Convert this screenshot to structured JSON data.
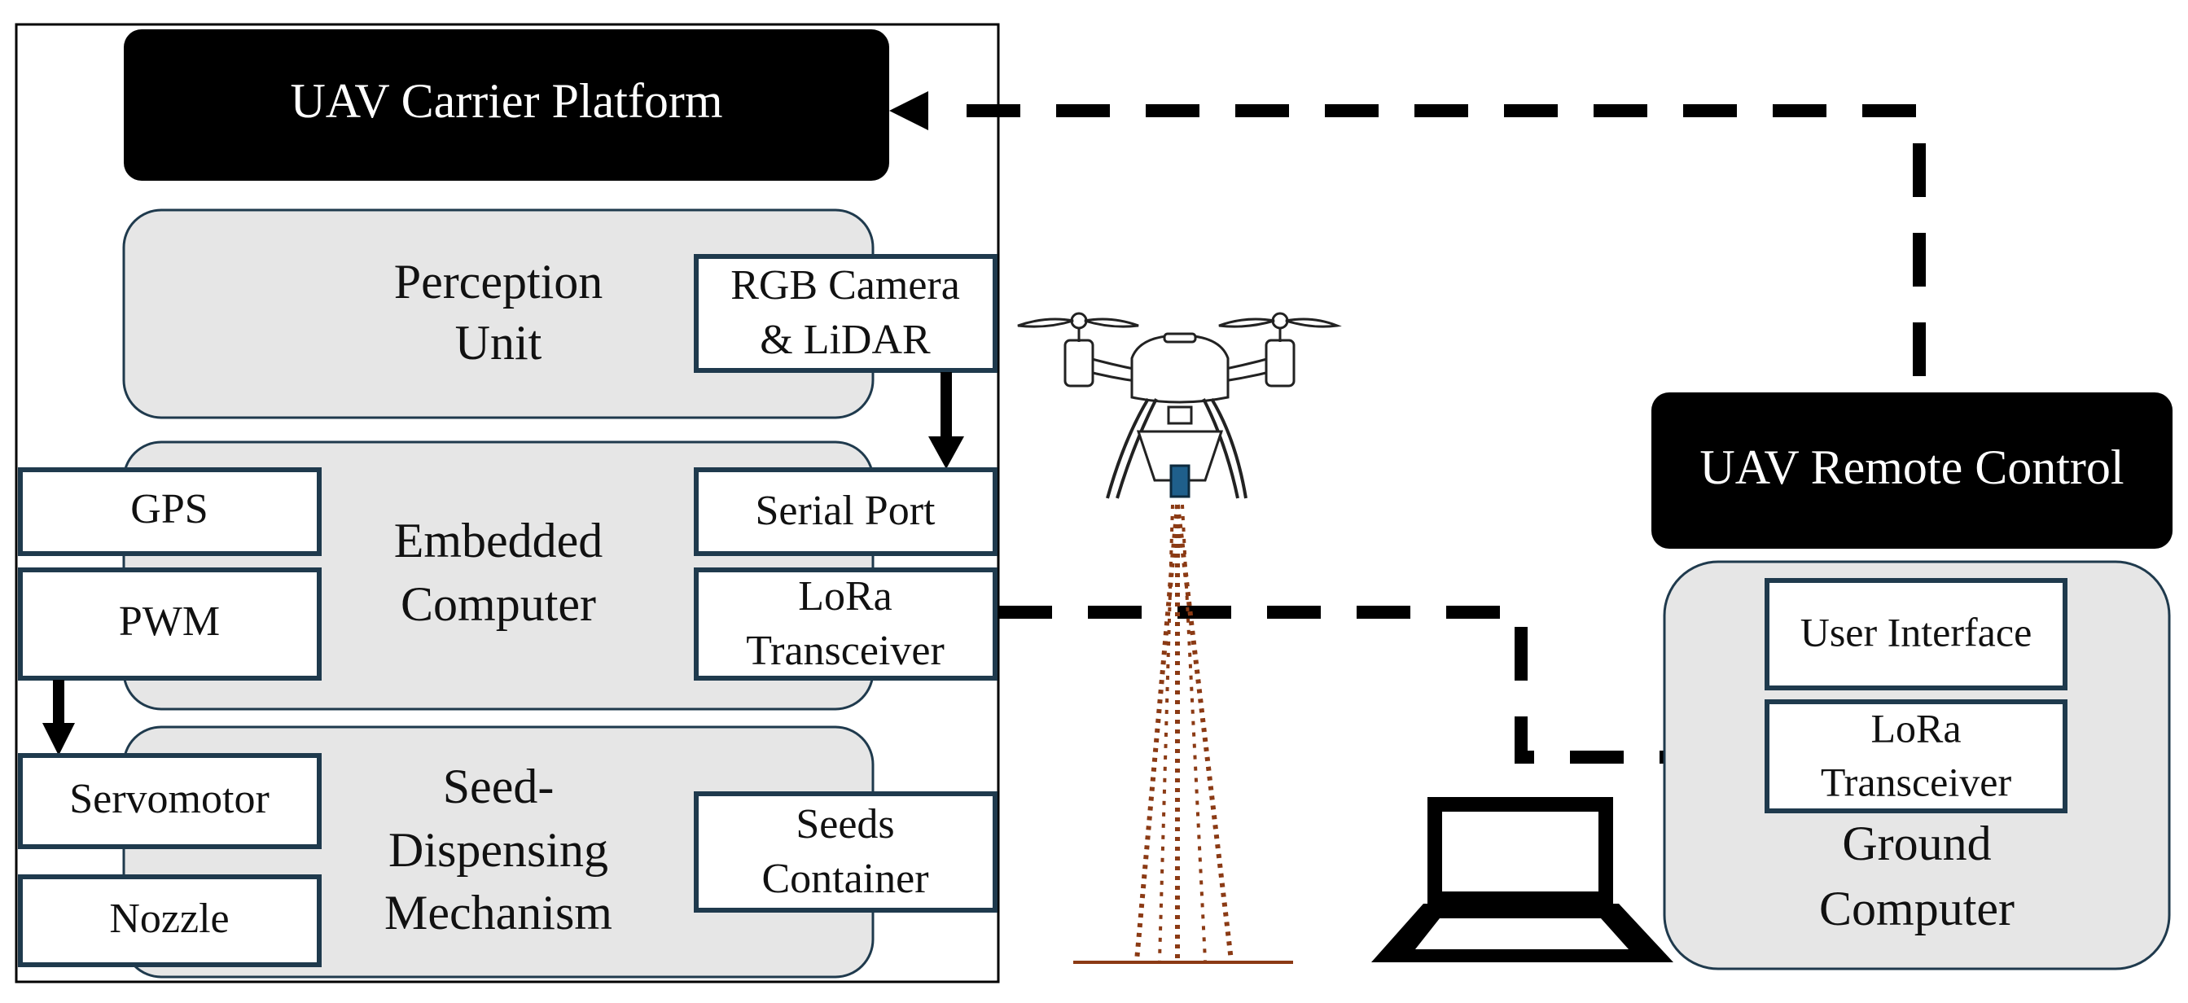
{
  "colors": {
    "black_block": "#000000",
    "panel_fill": "#e6e6e6",
    "panel_stroke": "#1f3a4d",
    "box_stroke": "#1f3a4d",
    "beam": "#8b3a14",
    "sensor": "#1f5f8b"
  },
  "platform": {
    "title": "UAV Carrier Platform"
  },
  "perception": {
    "title_line1": "Perception",
    "title_line2": "Unit",
    "sensor_line1": "RGB Camera",
    "sensor_line2": "& LiDAR"
  },
  "embedded": {
    "title_line1": "Embedded",
    "title_line2": "Computer",
    "gps": "GPS",
    "pwm": "PWM",
    "serial_port": "Serial Port",
    "lora_line1": "LoRa",
    "lora_line2": "Transceiver"
  },
  "seed": {
    "title_line1": "Seed-",
    "title_line2": "Dispensing",
    "title_line3": "Mechanism",
    "servomotor": "Servomotor",
    "nozzle": "Nozzle",
    "container_line1": "Seeds",
    "container_line2": "Container"
  },
  "remote": {
    "title": "UAV Remote Control"
  },
  "ground": {
    "user_interface": "User Interface",
    "lora_line1": "LoRa",
    "lora_line2": "Transceiver",
    "title_line1": "Ground",
    "title_line2": "Computer"
  },
  "icons": {
    "drone": "drone-icon",
    "laptop": "laptop-icon"
  }
}
